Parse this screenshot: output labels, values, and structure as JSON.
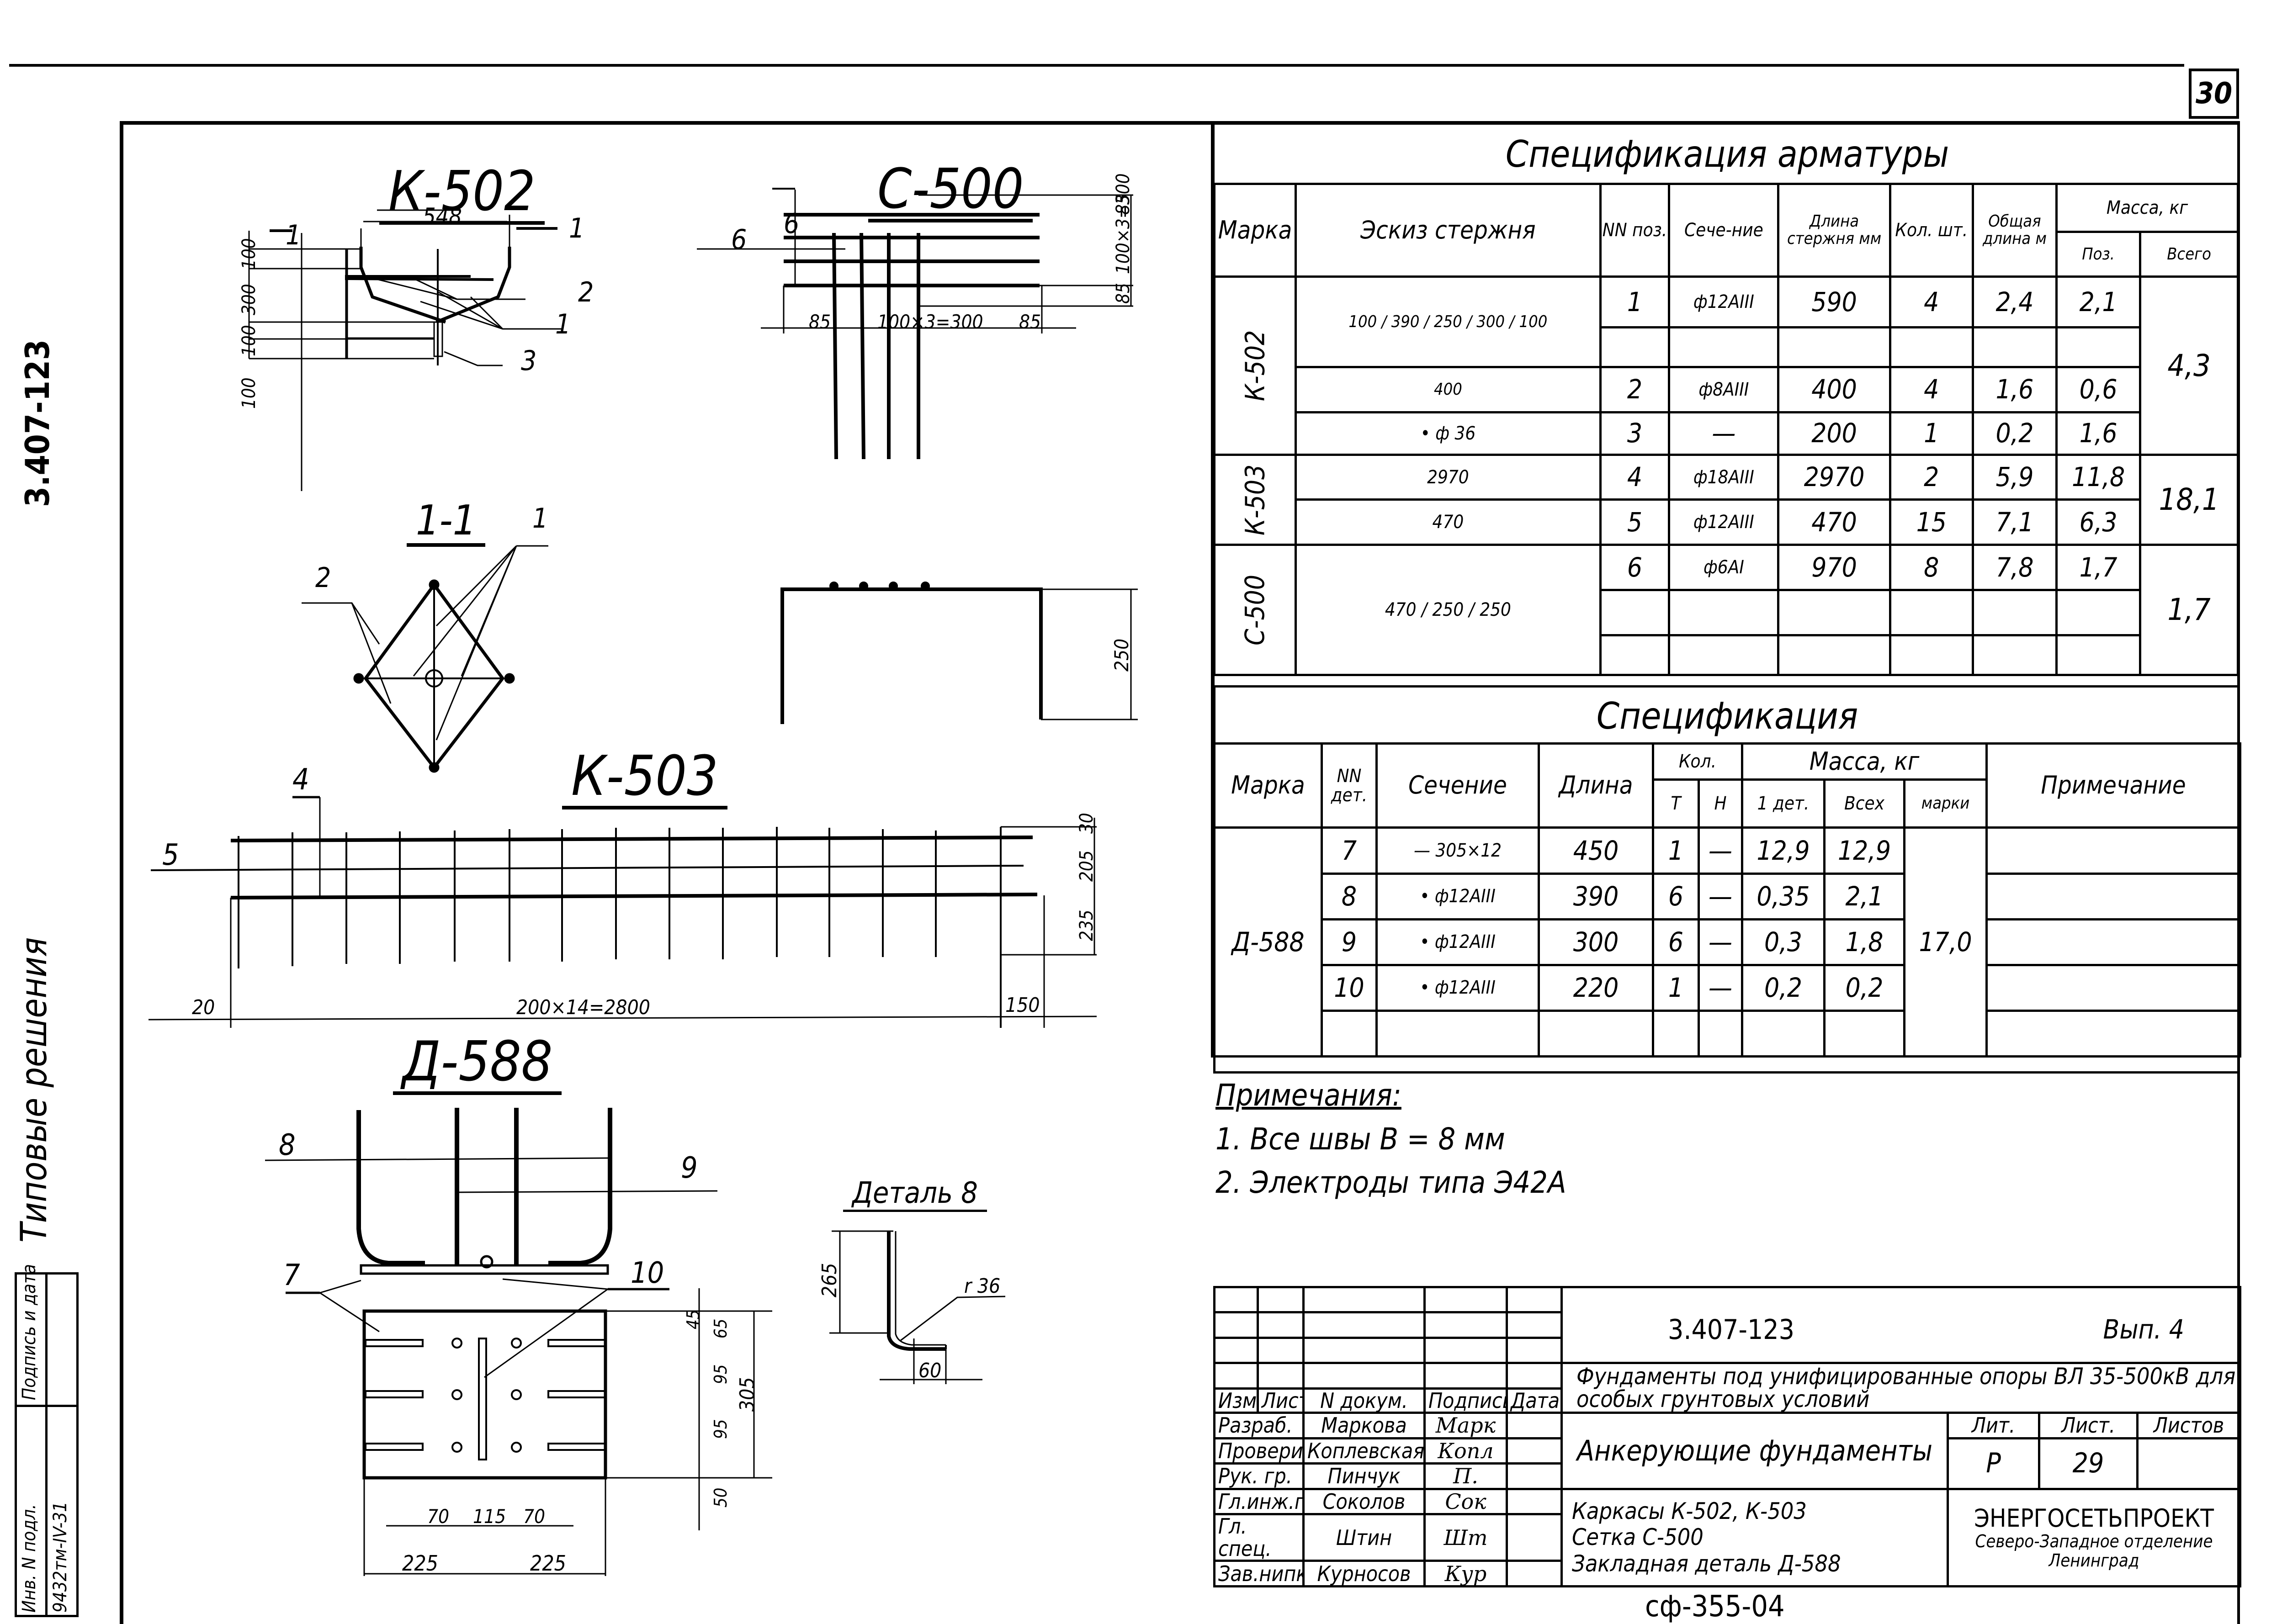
{
  "sheet": {
    "number": "30",
    "side_code": "3.407-123",
    "side_caption": "Типовые решения",
    "archive_code": "сф-355-04",
    "side_stamp": {
      "signature_date_label": "Подпись и дата",
      "inv_label": "Инв. N подл.",
      "inv_value": "9432тм-IV-31"
    }
  },
  "drawings": {
    "k502": {
      "title": "К-502",
      "dims": [
        "548",
        "100",
        "300",
        "100",
        "100",
        "100"
      ],
      "section_marks": [
        "1",
        "1"
      ],
      "callouts": [
        "2",
        "1",
        "3"
      ]
    },
    "section_1_1": {
      "title": "1-1",
      "callouts": [
        "2",
        "1"
      ]
    },
    "c500": {
      "title": "С-500",
      "callouts": [
        "6",
        "6"
      ],
      "dims_vertical": [
        "85",
        "100×3=300",
        "85"
      ],
      "dims_horizontal": [
        "85",
        "100×3=300",
        "85"
      ],
      "dim_height": "250"
    },
    "k503": {
      "title": "К-503",
      "callouts": [
        "4",
        "5"
      ],
      "dims_horizontal": [
        "20",
        "200×14=2800",
        "150"
      ],
      "dims_vertical": [
        "30",
        "205",
        "235"
      ]
    },
    "d588": {
      "title": "Д-588",
      "callouts": [
        "8",
        "9",
        "7",
        "10"
      ],
      "dims_vertical": [
        "45",
        "65",
        "95",
        "95",
        "50",
        "305"
      ],
      "dims_horizontal": [
        "70",
        "115",
        "70",
        "225",
        "225"
      ]
    },
    "detail8": {
      "title": "Деталь 8",
      "dims": [
        "265",
        "60"
      ],
      "radius": "r 36"
    }
  },
  "rebar_spec": {
    "title": "Спецификация арматуры",
    "headers": {
      "mark": "Марка",
      "sketch": "Эскиз стержня",
      "pos": "NN поз.",
      "section": "Сече-ние",
      "length": "Длина стержня мм",
      "qty": "Кол. шт.",
      "total_length": "Общая длина м",
      "mass": "Масса, кг",
      "mass_pos": "Поз.",
      "mass_total": "Всего"
    },
    "groups": [
      {
        "mark": "К-502",
        "total": "4,3",
        "rows": [
          {
            "sketch": "100 / 390 / 250 / 300 / 100",
            "pos": "1",
            "section": "ф12АIII",
            "length": "590",
            "qty": "4",
            "total_length": "2,4",
            "mass": "2,1"
          },
          {
            "sketch": "400",
            "pos": "2",
            "section": "ф8АIII",
            "length": "400",
            "qty": "4",
            "total_length": "1,6",
            "mass": "0,6"
          },
          {
            "sketch": "• ф 36",
            "pos": "3",
            "section": "—",
            "length": "200",
            "qty": "1",
            "total_length": "0,2",
            "mass": "1,6"
          }
        ]
      },
      {
        "mark": "К-503",
        "total": "18,1",
        "rows": [
          {
            "sketch": "2970",
            "pos": "4",
            "section": "ф18АIII",
            "length": "2970",
            "qty": "2",
            "total_length": "5,9",
            "mass": "11,8"
          },
          {
            "sketch": "470",
            "pos": "5",
            "section": "ф12АIII",
            "length": "470",
            "qty": "15",
            "total_length": "7,1",
            "mass": "6,3"
          }
        ]
      },
      {
        "mark": "С-500",
        "total": "1,7",
        "rows": [
          {
            "sketch": "470 / 250 / 250",
            "pos": "6",
            "section": "ф6АI",
            "length": "970",
            "qty": "8",
            "total_length": "7,8",
            "mass": "1,7"
          }
        ]
      }
    ]
  },
  "part_spec": {
    "title": "Спецификация",
    "headers": {
      "mark": "Марка",
      "det": "NN дет.",
      "section": "Сечение",
      "length": "Длина",
      "qty": "Кол.",
      "qty_t": "Т",
      "qty_n": "Н",
      "mass": "Масса, кг",
      "mass_one": "1 дет.",
      "mass_all": "Всех",
      "mass_mark": "марки",
      "note": "Примечание"
    },
    "mark": "Д-588",
    "mark_mass": "17,0",
    "rows": [
      {
        "det": "7",
        "section": "— 305×12",
        "length": "450",
        "t": "1",
        "n": "—",
        "one": "12,9",
        "all": "12,9"
      },
      {
        "det": "8",
        "section": "• ф12АIII",
        "length": "390",
        "t": "6",
        "n": "—",
        "one": "0,35",
        "all": "2,1"
      },
      {
        "det": "9",
        "section": "• ф12АIII",
        "length": "300",
        "t": "6",
        "n": "—",
        "one": "0,3",
        "all": "1,8"
      },
      {
        "det": "10",
        "section": "• ф12АIII",
        "length": "220",
        "t": "1",
        "n": "—",
        "one": "0,2",
        "all": "0,2"
      }
    ]
  },
  "notes": {
    "heading": "Примечания:",
    "items": [
      "1. Все швы В = 8 мм",
      "2. Электроды типа Э42А"
    ]
  },
  "title_block": {
    "doc_code": "3.407-123",
    "issue": "Вып. 4",
    "project_title": "Фундаменты под унифицированные опоры ВЛ 35-500кВ для особых грунтовых условий",
    "sheet_name": "Анкерующие фундаменты",
    "contents": [
      "Каркасы К-502, К-503",
      "Сетка С-500",
      "Закладная деталь Д-588"
    ],
    "col_headers": [
      "Изм",
      "Лист",
      "N докум.",
      "Подпись",
      "Дата"
    ],
    "lit_label": "Лит.",
    "sheet_label": "Лист.",
    "sheets_label": "Листов",
    "lit_value": "Р",
    "sheet_value": "29",
    "sheets_value": "",
    "organization": "ЭНЕРГОСЕТЬПРОЕКТ",
    "org_division": "Северо-Западное отделение",
    "org_city": "Ленинград",
    "staff": [
      {
        "role": "Разраб.",
        "name": "Маркова",
        "sig": "Марк"
      },
      {
        "role": "Проверил",
        "name": "Коплевская",
        "sig": "Копл"
      },
      {
        "role": "Рук. гр.",
        "name": "Пинчук",
        "sig": "П."
      },
      {
        "role": "Гл.инж.пр.",
        "name": "Соколов",
        "sig": "Сок"
      },
      {
        "role": "Гл. спец.",
        "name": "Штин",
        "sig": "Шт"
      },
      {
        "role": "Зав.нипкэс",
        "name": "Курносов",
        "sig": "Кур"
      }
    ]
  }
}
